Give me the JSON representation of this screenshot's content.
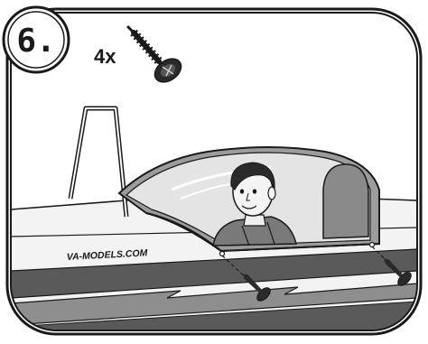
{
  "step": {
    "number": "6."
  },
  "hardware": {
    "quantity": "4x",
    "icon": "screw-icon"
  },
  "fuselage": {
    "brand": "VA-MODELS.COM"
  },
  "illustration": {
    "subject": "pilot-figure",
    "parts": [
      "canopy",
      "pilot",
      "head-rest",
      "antenna-bar",
      "mounting-screws"
    ]
  },
  "colors": {
    "ink": "#1a1a1a",
    "frame": "#ffffff",
    "panel_bg": "#f2f2f2",
    "stripe_dark": "#555555",
    "stripe_mid": "#9a9a9a",
    "canopy": "#dcdcdc",
    "headrest": "#8c8c8c"
  }
}
